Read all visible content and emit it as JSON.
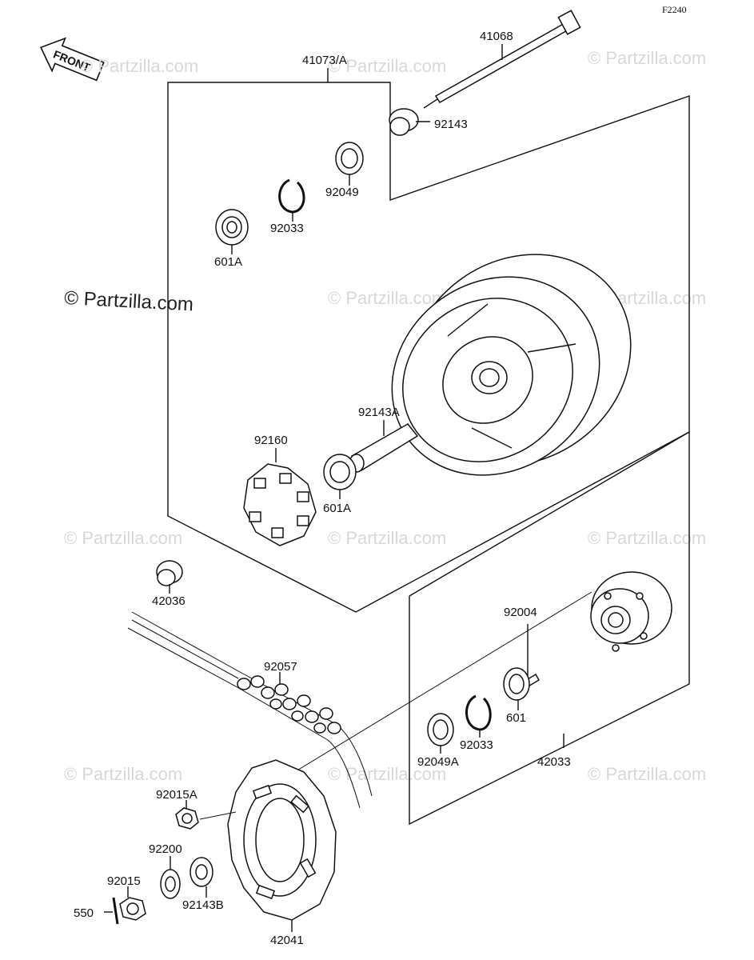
{
  "diagram": {
    "code": "F2240",
    "direction_label": "FRONT",
    "watermark_primary": "© Partzilla.com",
    "watermark_repeat": "© Partzilla.com",
    "parts": {
      "p41068": "41068",
      "p41073A": "41073/A",
      "p92143": "92143",
      "p92049": "92049",
      "p92033": "92033",
      "p601A_top": "601A",
      "p92143A": "92143A",
      "p92160": "92160",
      "p601A_mid": "601A",
      "p42036": "42036",
      "p92004": "92004",
      "p92057": "92057",
      "p601": "601",
      "p92033_b": "92033",
      "p92049A": "92049A",
      "p42033": "42033",
      "p92015A": "92015A",
      "p92200": "92200",
      "p92015": "92015",
      "p550": "550",
      "p92143B": "92143B",
      "p42041": "42041"
    }
  }
}
